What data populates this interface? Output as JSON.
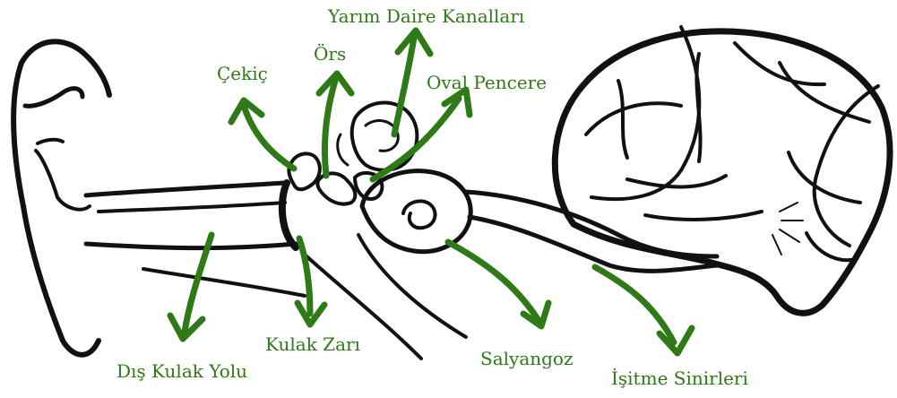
{
  "labels": {
    "cekic": "Çekiç",
    "ors": "Örs",
    "yarim_daire": "Yarım Daire Kanalları",
    "oval_pencere": "Oval Pencere",
    "dis_kulak_yolu": "Dış Kulak Yolu",
    "kulak_zari": "Kulak Zarı",
    "salyangoz": "Salyangoz",
    "isitme_sinirleri": "İşitme Sinirleri"
  },
  "colors": {
    "label": "#2d7a16",
    "arrow": "#2d7a16",
    "outline": "#111111"
  }
}
